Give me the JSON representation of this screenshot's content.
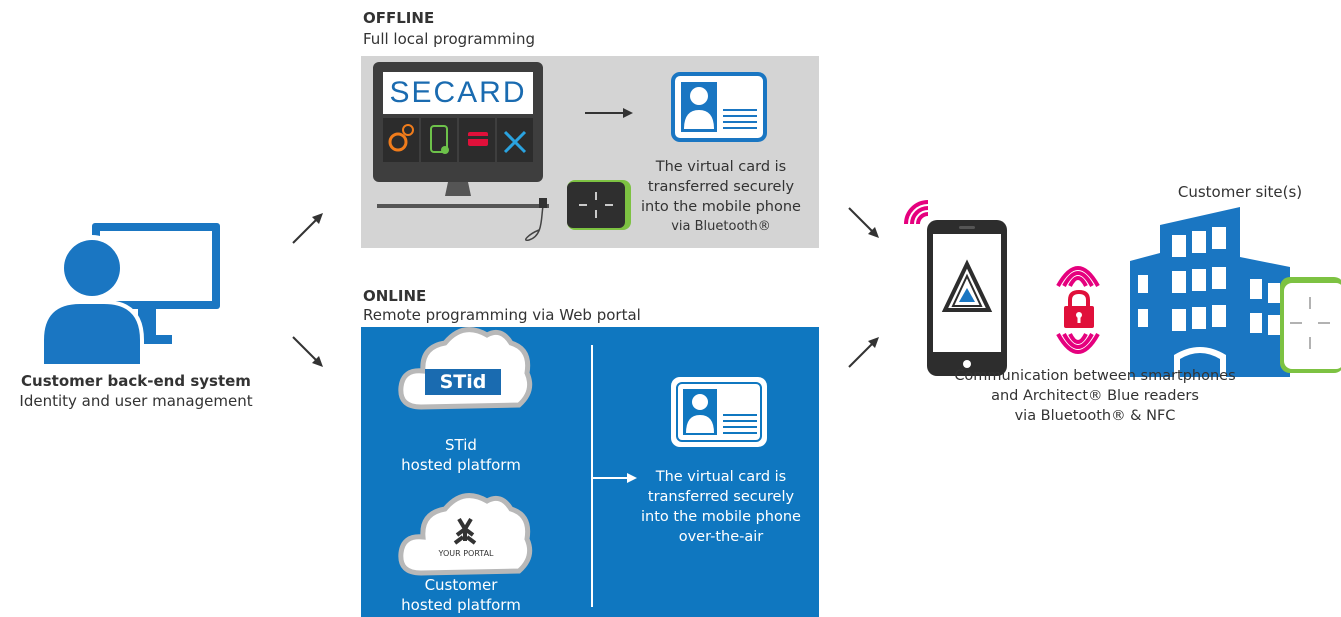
{
  "left_system": {
    "title": "Customer back-end system",
    "subtitle": "Identity and user management"
  },
  "offline": {
    "heading": "OFFLINE",
    "subheading": "Full local programming",
    "software_logo": "SECARD",
    "transfer_text": [
      "The virtual card is",
      "transferred securely",
      "into the mobile phone",
      "via Bluetooth®"
    ]
  },
  "online": {
    "heading": "ONLINE",
    "subheading": "Remote programming via Web portal",
    "stid_logo": "STid",
    "stid_platform": [
      "STid",
      "hosted platform"
    ],
    "portal_logo": "YOUR PORTAL",
    "customer_platform": [
      "Customer",
      "hosted platform"
    ],
    "transfer_text": [
      "The virtual card is",
      "transferred securely",
      "into the mobile phone",
      "over-the-air"
    ]
  },
  "site": {
    "title": "Customer site(s)",
    "communication_text": [
      "Communication between smartphones",
      "and Architect® Blue readers",
      "via Bluetooth® & NFC"
    ]
  },
  "colors": {
    "brand_blue": "#0f77c0",
    "panel_gray": "#d4d4d4",
    "accent_green": "#7dc242",
    "accent_pink": "#e5007e",
    "accent_red": "#e0103a"
  },
  "icons": [
    "user-computer-icon",
    "monitor-icon",
    "id-card-icon",
    "reader-icon",
    "cloud-icon",
    "smartphone-icon",
    "padlock-icon",
    "building-icon",
    "wireless-signal-icon",
    "arrow-icon"
  ]
}
